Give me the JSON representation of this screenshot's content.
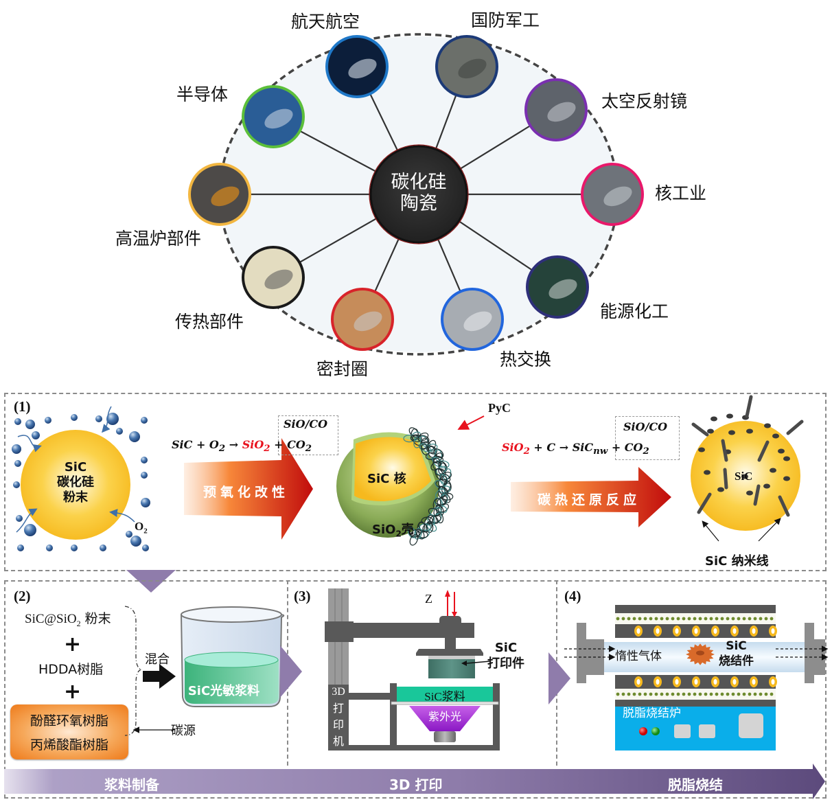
{
  "hub": {
    "title_line1": "碳化硅",
    "title_line2": "陶瓷"
  },
  "applications": [
    {
      "label": "航天航空",
      "ring_color": "#1f78c8",
      "icon": "space-shuttle"
    },
    {
      "label": "国防军工",
      "ring_color": "#1c3a78",
      "icon": "tank"
    },
    {
      "label": "太空反射镜",
      "ring_color": "#7a2fb0",
      "icon": "mirror-lattice"
    },
    {
      "label": "核工业",
      "ring_color": "#e8186a",
      "icon": "nuclear-reactor"
    },
    {
      "label": "能源化工",
      "ring_color": "#2e2f7a",
      "icon": "chemical-vessel"
    },
    {
      "label": "热交换",
      "ring_color": "#2266dd",
      "icon": "heat-exchanger"
    },
    {
      "label": "密封圈",
      "ring_color": "#d8232a",
      "icon": "seal-rings"
    },
    {
      "label": "传热部件",
      "ring_color": "#1a1a1a",
      "icon": "heating-rods"
    },
    {
      "label": "高温炉部件",
      "ring_color": "#f2b640",
      "icon": "furnace"
    },
    {
      "label": "半导体",
      "ring_color": "#5cbf3a",
      "icon": "circuit-board"
    }
  ],
  "panel1": {
    "number": "(1)",
    "sic_powder": {
      "line1": "SiC",
      "line2": "碳化硅",
      "line3": "粉末"
    },
    "o2_label_main": "O",
    "o2_label_sub": "2",
    "eq1": {
      "lhs": "SiC + O",
      "lhs_sub": "2",
      "arrow": " → ",
      "product": "SiO",
      "product_sub": "2",
      "byproduct_top": "SiO/CO",
      "byproduct": "+ CO",
      "byproduct_sub": "2"
    },
    "arrow1_label": "预氧化改性",
    "core_label": "SiC 核",
    "shell_label_main": "SiO",
    "shell_label_sub": "2",
    "shell_label_suffix": "壳",
    "pyc_label": "PyC",
    "eq2": {
      "lhs": "SiO",
      "lhs_sub": "2",
      "mid": " + C → SiC",
      "mid_sub": "nw",
      "byproduct_top": "SiO/CO",
      "byproduct": "+ CO",
      "byproduct_sub": "2"
    },
    "arrow2_label": "碳热还原反应",
    "particle_label": "SiC",
    "nanowire_label": "SiC 纳米线"
  },
  "panel2": {
    "number": "(2)",
    "ingredient1_main": "SiC@SiO",
    "ingredient1_sub": "2",
    "ingredient1_suffix": " 粉末",
    "plus": "+",
    "ingredient2": "HDDA树脂",
    "resin1": "酚醛环氧树脂",
    "resin2": "丙烯酸酯树脂",
    "mix_label": "混合",
    "carbon_source": "碳源",
    "beaker_label": "SiC光敏浆料"
  },
  "panel3": {
    "number": "(3)",
    "z_label": "Z",
    "printed_part_line1": "SiC",
    "printed_part_line2": "打印件",
    "slurry_label": "SiC浆料",
    "uv_label": "紫外光",
    "printer_label": [
      "3D",
      "打",
      "印",
      "机"
    ]
  },
  "panel4": {
    "number": "(4)",
    "gas_label": "惰性气体",
    "sintered_line1": "SiC",
    "sintered_line2": "烧结件",
    "furnace_label": "脱脂烧结炉"
  },
  "process_bar": {
    "stage1": "浆料制备",
    "stage2": "3D 打印",
    "stage3": "脱脂烧结"
  }
}
